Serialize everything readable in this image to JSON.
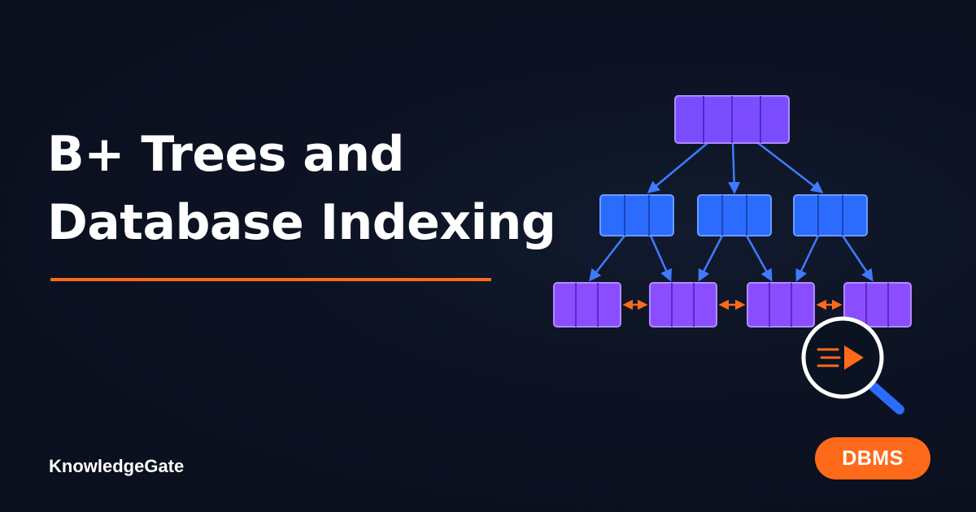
{
  "title": {
    "line1": "B+ Trees and",
    "line2": "Database Indexing"
  },
  "brand": "KnowledgeGate",
  "tag": "DBMS",
  "colors": {
    "background": "#0c1222",
    "accent": "#ff6a1a",
    "root_node": "#7c4dff",
    "internal_node": "#2b6cff",
    "leaf_node": "#8a4dff",
    "arrow": "#3f7bff",
    "leaf_link": "#ff6a1a"
  },
  "diagram": {
    "root": {
      "keys": 4
    },
    "internal_nodes": [
      {
        "keys": 3
      },
      {
        "keys": 3
      },
      {
        "keys": 3
      }
    ],
    "leaf_nodes": [
      {
        "keys": 3
      },
      {
        "keys": 3
      },
      {
        "keys": 3
      },
      {
        "keys": 3
      }
    ],
    "leaf_links": "bidirectional",
    "magnifier_icon": "search-magnifier-with-fast-forward-arrow"
  }
}
